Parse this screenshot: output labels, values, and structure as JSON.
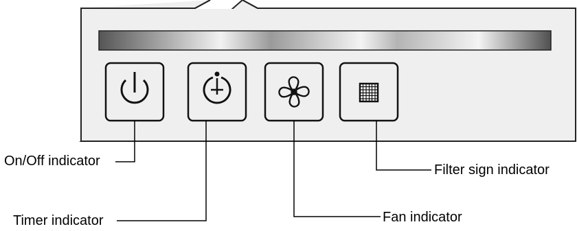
{
  "indicators": [
    {
      "id": "on-off",
      "icon": "power-icon",
      "label": "On/Off indicator"
    },
    {
      "id": "timer",
      "icon": "timer-icon",
      "label": "Timer indicator"
    },
    {
      "id": "fan",
      "icon": "fan-icon",
      "label": "Fan indicator"
    },
    {
      "id": "filter",
      "icon": "filter-grid-icon",
      "label": "Filter sign indicator"
    }
  ],
  "colors": {
    "panel": "#efefef",
    "panel_border": "#222222",
    "bar_dark": "#555555",
    "bar_light": "#f4f4f4",
    "leader": "#000000"
  }
}
